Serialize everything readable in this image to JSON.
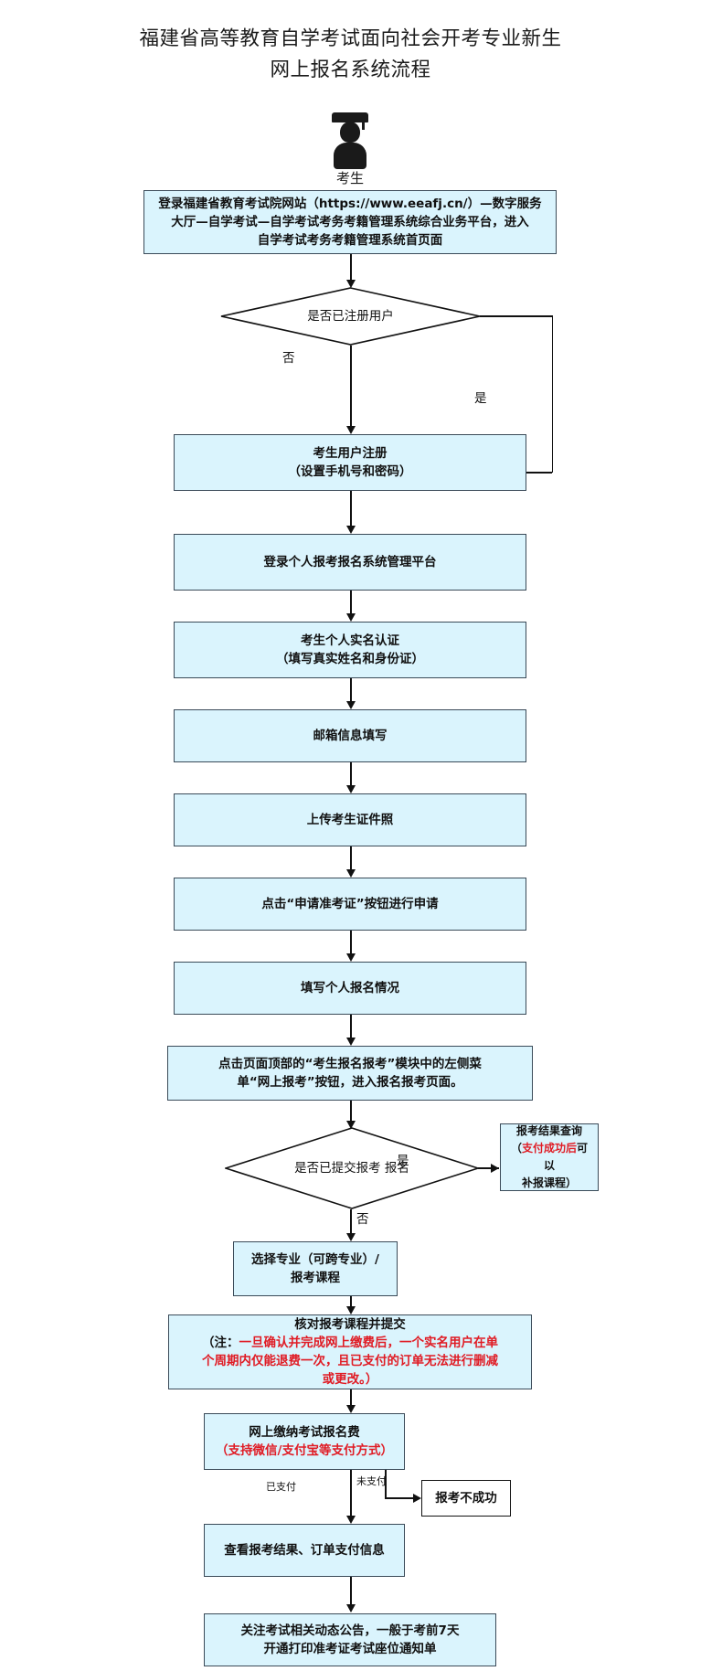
{
  "title": {
    "line1": "福建省高等教育自学考试面向社会开考专业新生",
    "line2": "网上报名系统流程"
  },
  "actor": {
    "icon": "graduate-student-icon",
    "label": "考生"
  },
  "colors": {
    "box_fill": "#daf4fd",
    "box_border": "#3a4a58",
    "line": "#111111",
    "highlight_red": "#e01b24"
  },
  "nodes": {
    "login_site": {
      "line1": "登录福建省教育考试院网站（https://www.eeafj.cn/）—数字服务",
      "line2": "大厅—自学考试—自学考试考务考籍管理系统综合业务平台，进入",
      "line3": "自学考试考务考籍管理系统首页面"
    },
    "decision_registered": "是否已注册用户",
    "user_register": {
      "line1": "考生用户注册",
      "line2": "（设置手机号和密码）"
    },
    "login_platform": "登录个人报考报名系统管理平台",
    "realname_auth": {
      "line1": "考生个人实名认证",
      "line2": "（填写真实姓名和身份证）"
    },
    "email_fill": "邮箱信息填写",
    "upload_photo": "上传考生证件照",
    "apply_admission": "点击“申请准考证”按钮进行申请",
    "fill_application": "填写个人报名情况",
    "click_online_apply": {
      "line1": "点击页面顶部的“考生报名报考”模块中的左侧菜",
      "line2": "单“网上报考”按钮，进入报名报考页面。"
    },
    "decision_submitted": {
      "line1": "是否已提交报考",
      "line2": "报名"
    },
    "query_result": {
      "line1": "报考结果查询",
      "line2_black_open": "（",
      "line2_red": "支付成功后",
      "line2_black_rest": "可以",
      "line3": "补报课程）"
    },
    "select_major": {
      "line1": "选择专业（可跨专业）/",
      "line2": "报考课程"
    },
    "verify_courses": {
      "line1": "核对报考课程并提交",
      "note_prefix": "（注：",
      "note_red_1": "一旦确认并完成网上缴费后，一个实名用户在单",
      "note_red_2": "个周期内仅能退费一次，且已支付的订单无法进行删减",
      "note_red_3": "或更改。）"
    },
    "pay_fee": {
      "line1": "网上缴纳考试报名费",
      "line2": "（支持微信/支付宝等支付方式）"
    },
    "fail_result": "报考不成功",
    "view_result": "查看报考结果、订单支付信息",
    "follow_notice": {
      "line1": "关注考试相关动态公告，一般于考前7天",
      "line2": "开通打印准考证考试座位通知单"
    }
  },
  "edge_labels": {
    "registered_no": "否",
    "registered_yes": "是",
    "submitted_yes": "是",
    "submitted_no": "否",
    "paid": "已支付",
    "unpaid": "未支付"
  }
}
